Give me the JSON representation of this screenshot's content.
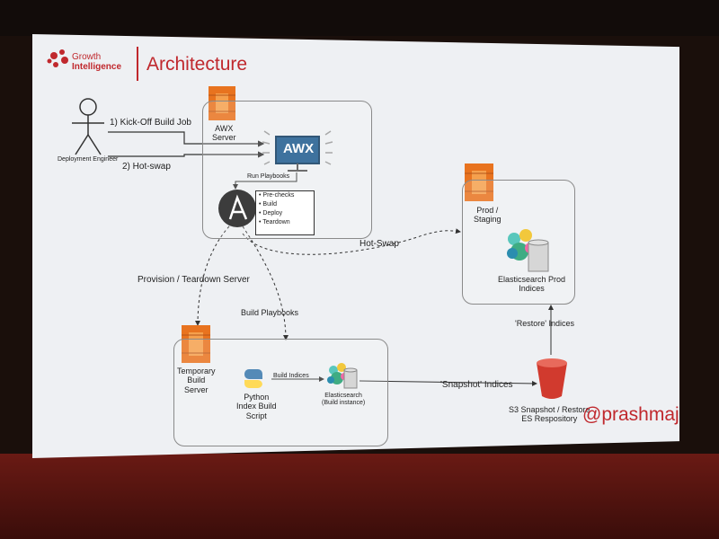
{
  "slide": {
    "brand": {
      "line1": "Growth",
      "line2": "Intelligence"
    },
    "title": "Architecture",
    "handle": "@prashmaj"
  },
  "nodes": {
    "engineer": "Deployment Engineer",
    "awx_server": "AWX\nServer",
    "awx_logo": "AWX",
    "run_playbooks": "Run Playbooks",
    "playbook_steps": [
      "• Pre-checks",
      "• Build",
      "• Deploy",
      "• Teardown"
    ],
    "prod_staging": "Prod /\nStaging",
    "es_prod": "Elasticsearch Prod\nIndices",
    "temp_server": "Temporary\nBuild\nServer",
    "python_script": "Python\nIndex Build\nScript",
    "build_indices": "Build Indices",
    "es_build": "Elasticsearch\n(Build instance)",
    "s3": "S3 Snapshot / Restore\nES Respository"
  },
  "edges": {
    "kickoff": "1) Kick-Off Build Job",
    "hotswap_step": "2) Hot-swap",
    "hotswap": "Hot-Swap",
    "provision": "Provision / Teardown Server",
    "build_playbooks": "Build Playbooks",
    "restore": "'Restore' Indices",
    "snapshot": "'Snapshot' Indices"
  },
  "colors": {
    "accent": "#c0282d",
    "aws_orange": "#e8731f",
    "awx_blue": "#1d5a8e",
    "s3_red": "#d13a2e"
  }
}
